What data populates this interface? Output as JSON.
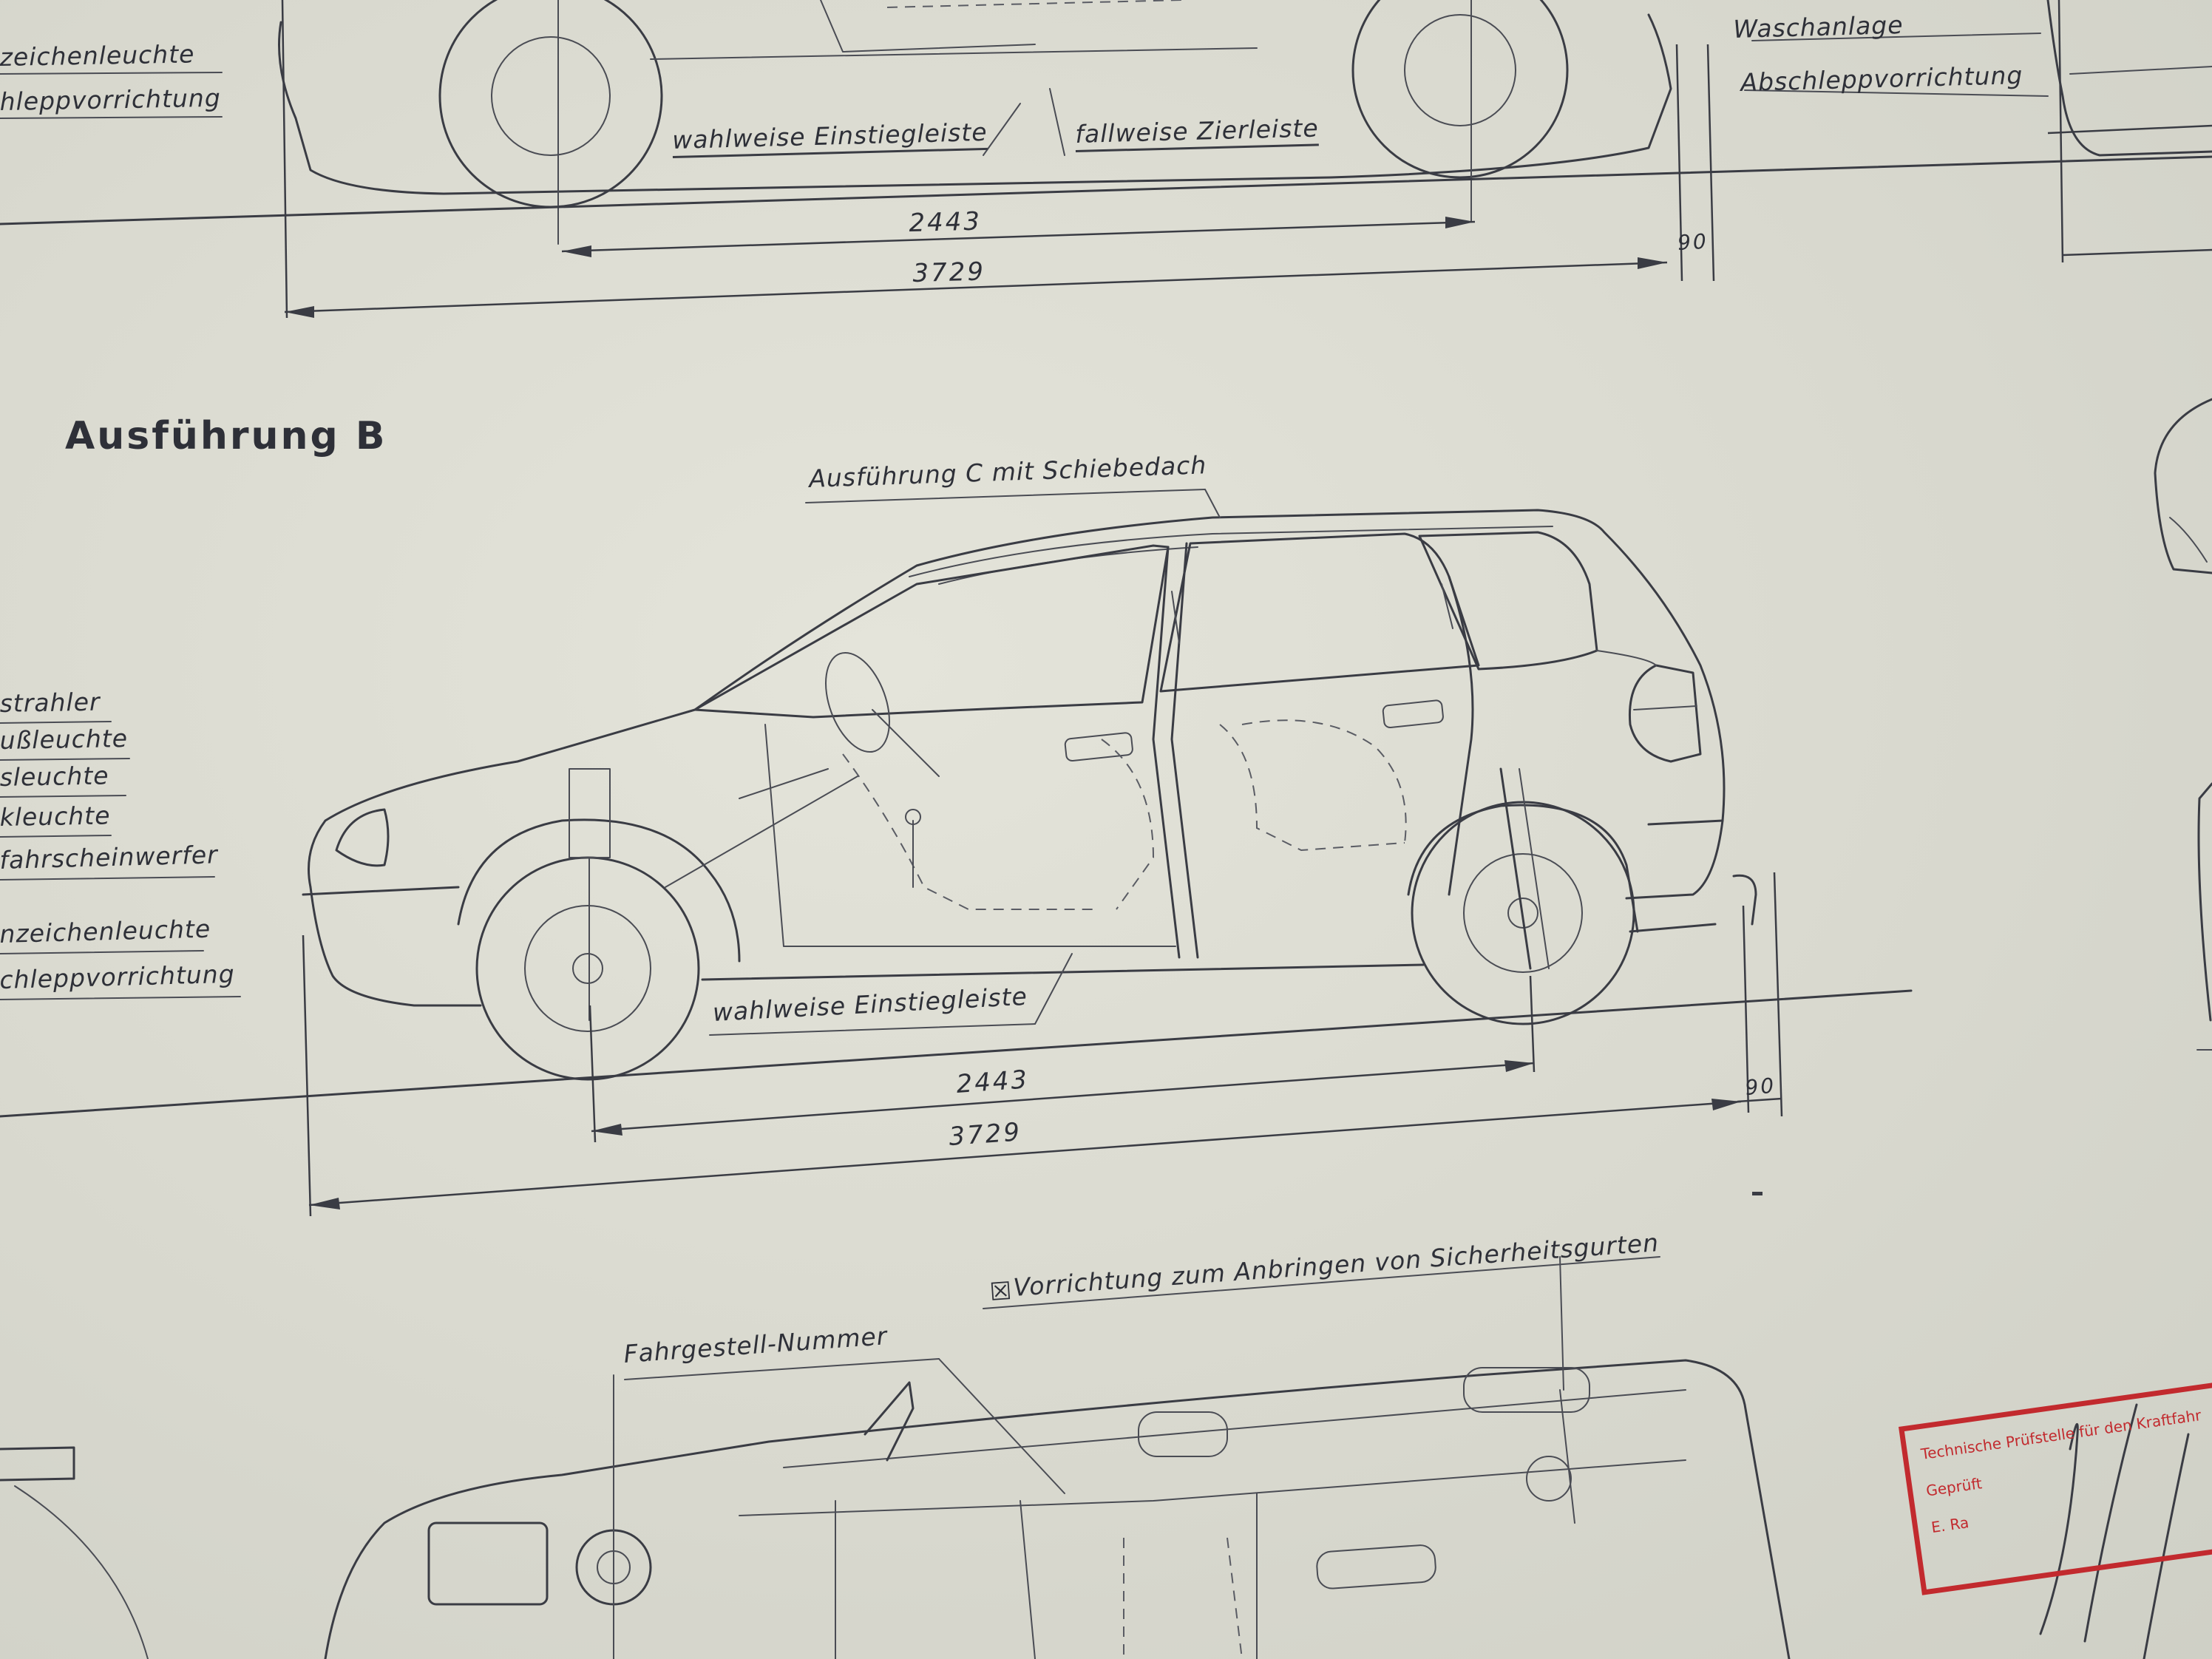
{
  "title": "Ausführung B",
  "top_view": {
    "labels": [
      "zeichenleuchte",
      "hleppvorrichtung",
      "wahlweise Einstiegleiste",
      "fallweise Zierleiste",
      "Waschanlage",
      "Abschleppvorrichtung"
    ],
    "dims": {
      "wheelbase": "2443",
      "length": "3729",
      "overhang": "90"
    }
  },
  "view_b": {
    "roof_note": "Ausführung C mit Schiebedach",
    "side_labels": [
      "strahler",
      "ußleuchte",
      "sleuchte",
      "kleuchte",
      "fahrscheinwerfer",
      "nzeichenleuchte",
      "chleppvorrichtung"
    ],
    "sill_note": "wahlweise Einstiegleiste",
    "dims": {
      "wheelbase": "2443",
      "length": "3729",
      "overhang": "90"
    }
  },
  "bottom_view": {
    "belt_note": "Vorrichtung zum Anbringen von Sicherheitsgurten",
    "chassis_note": "Fahrgestell-Nummer"
  },
  "stamp": {
    "color": "#c22a2e",
    "lines": [
      "Technische Prüfstelle für den Kraftfahr",
      "Geprüft",
      "E. Ra"
    ]
  },
  "colors": {
    "ink": "#3a3c44",
    "paper": "#dcdcd2"
  }
}
